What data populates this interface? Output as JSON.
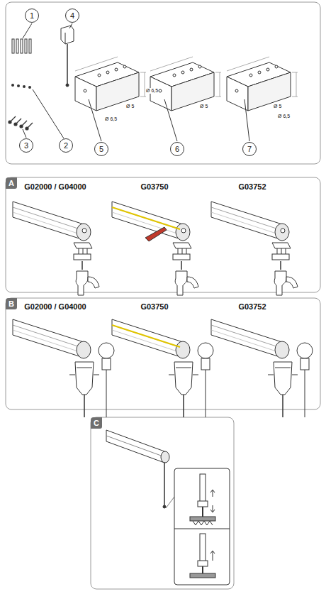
{
  "diagram": {
    "nodes": [
      {
        "text": [
          "1"
        ]
      },
      {
        "text": [
          "4"
        ]
      },
      {
        "text": [
          "3"
        ]
      },
      {
        "text": [
          "2"
        ]
      },
      {
        "text": [
          "5"
        ]
      },
      {
        "text": [
          "6"
        ]
      },
      {
        "text": [
          "7"
        ]
      },
      {
        "text": [
          "A"
        ]
      },
      {
        "text": [
          "B"
        ]
      },
      {
        "text": [
          "C"
        ]
      }
    ],
    "labels": [
      "G02000 / G04000",
      "G03750",
      "G03752",
      "G02000 / G04000",
      "G03750",
      "G03752",
      "Ø 5",
      "Ø 6,5",
      "Ø 6,5",
      "Ø 5",
      "Ø 5",
      "Ø 6,5"
    ]
  }
}
